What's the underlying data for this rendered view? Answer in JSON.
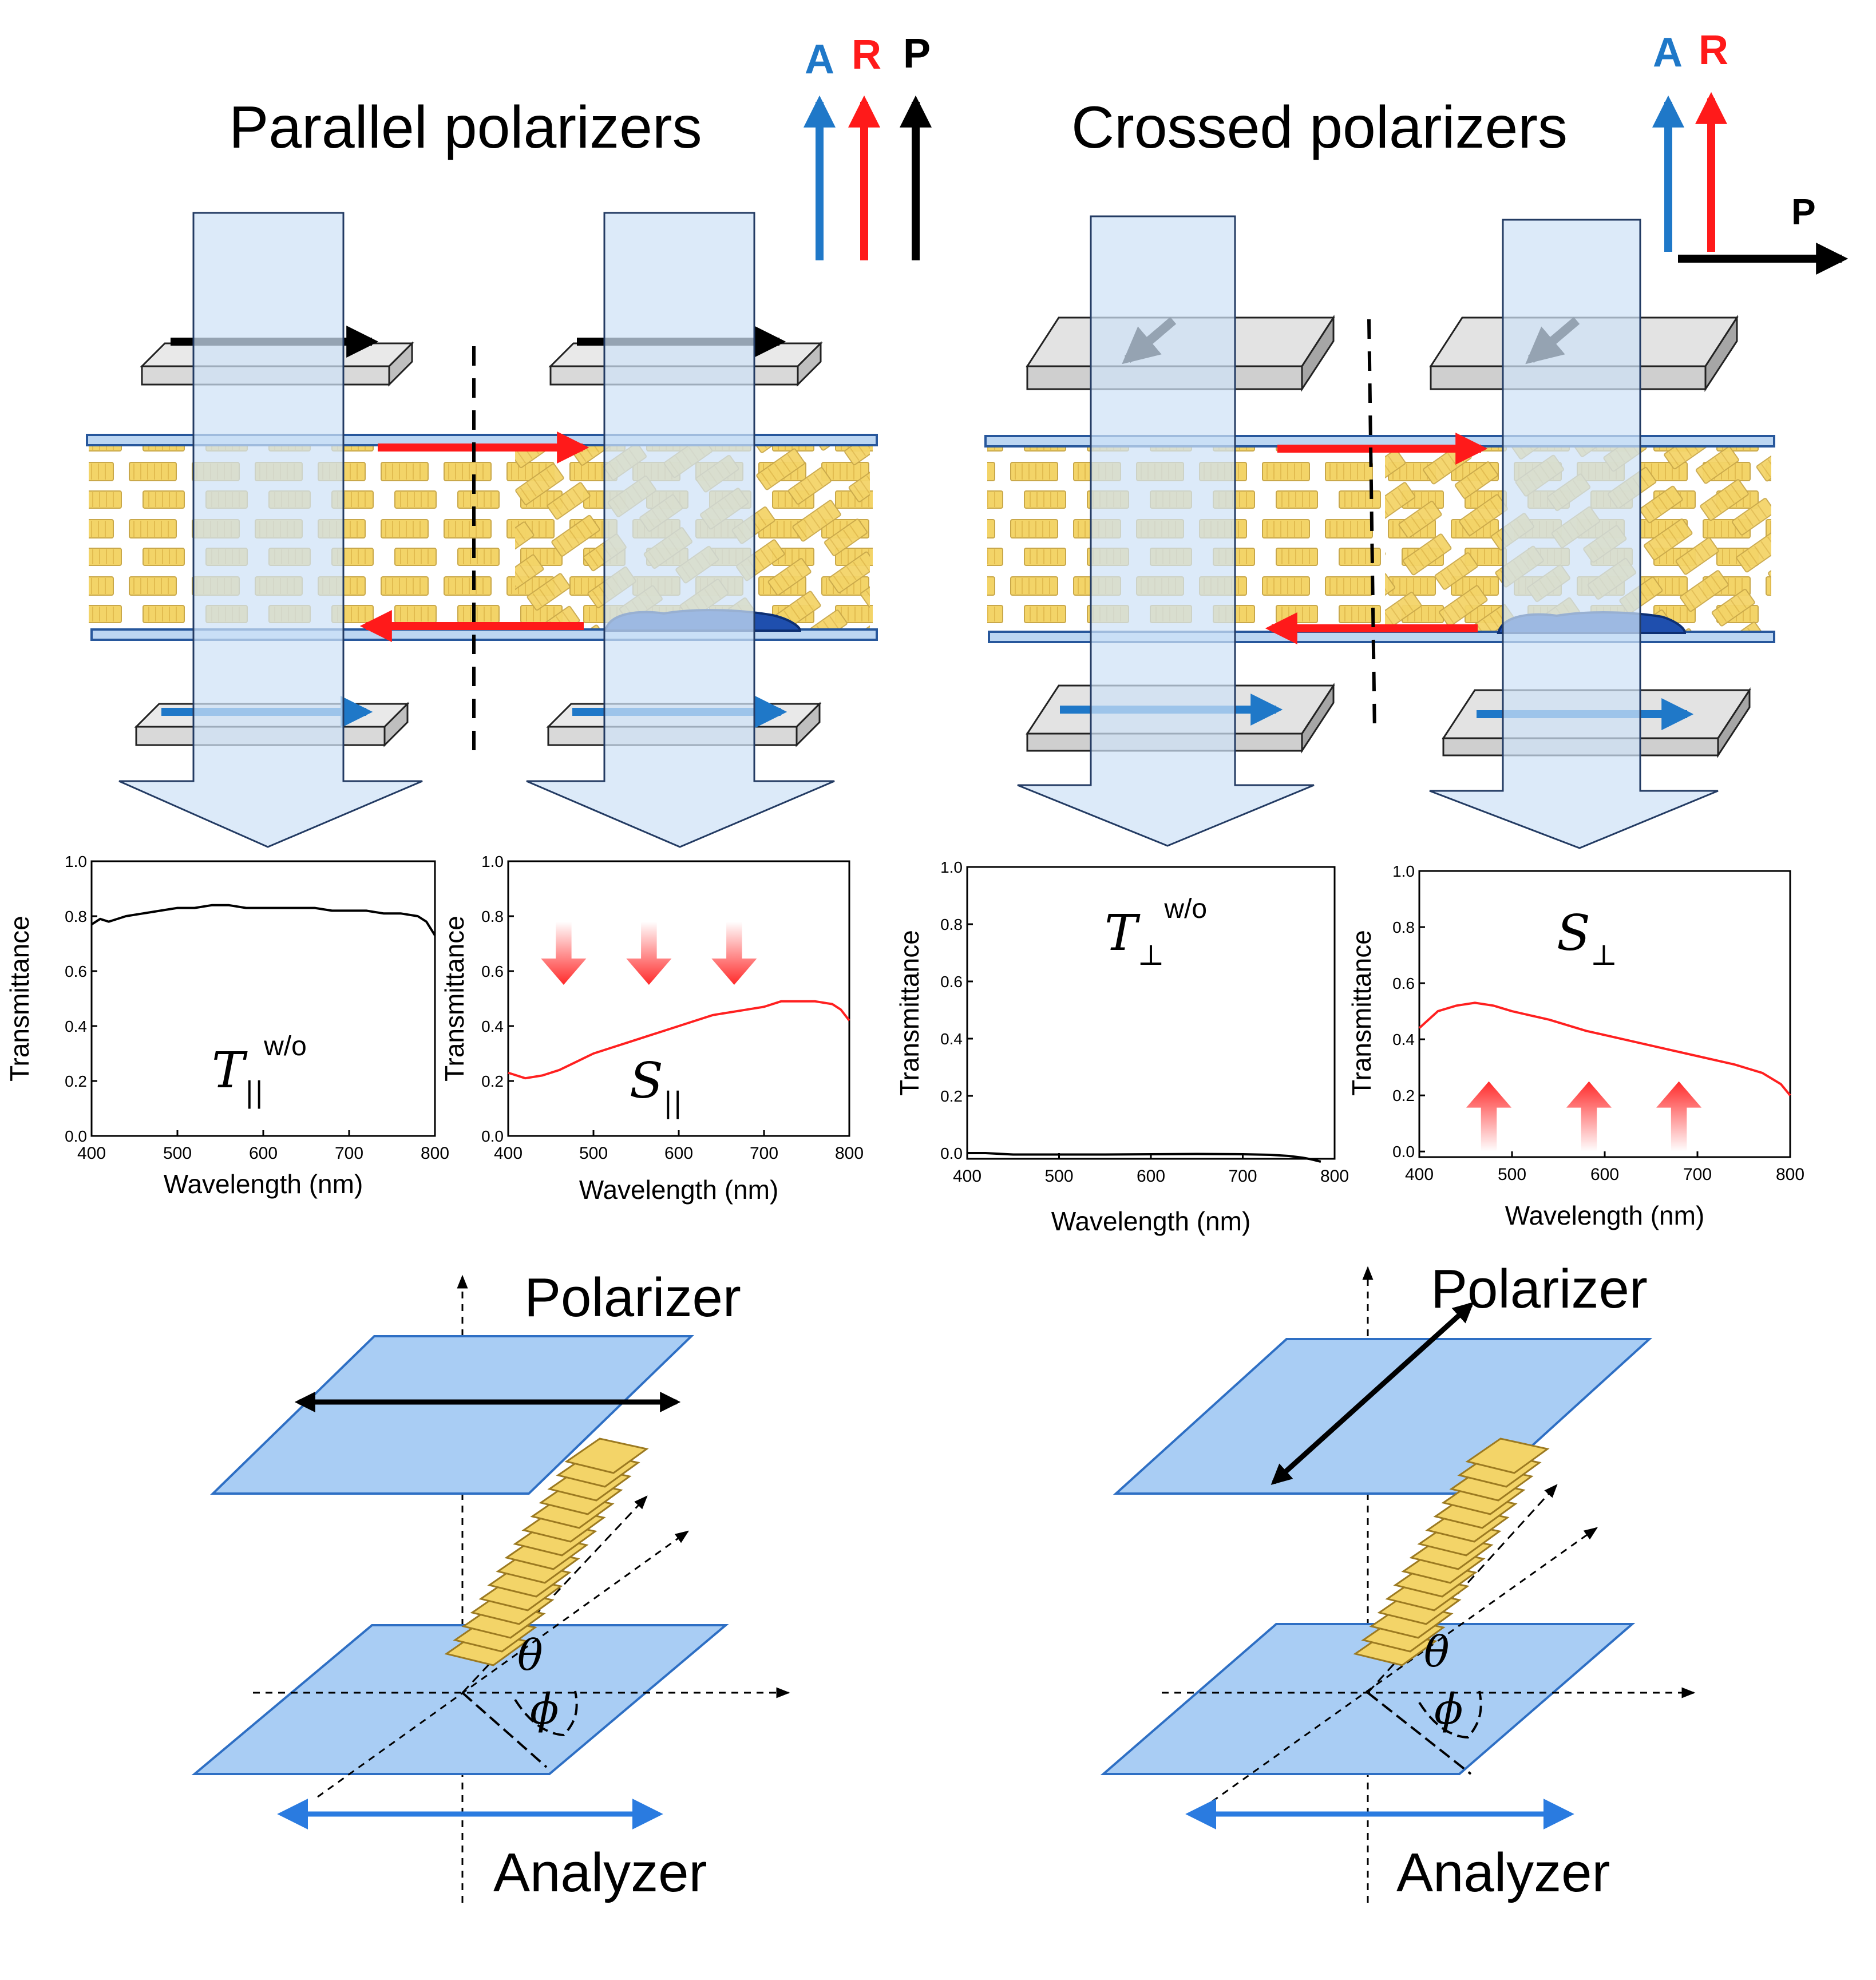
{
  "legend_left": {
    "a": "A",
    "r": "R",
    "p": "P"
  },
  "legend_right": {
    "a": "A",
    "r": "R",
    "p": "P"
  },
  "colors": {
    "a": "#1f78c8",
    "r": "#ff1a1a",
    "p": "#000000",
    "beam": "#cfe2f7",
    "panel": "#a9cdf4",
    "panel_edge": "#2e6fc4",
    "platelet": "#f3d468",
    "domain": "#1f4fae"
  },
  "headings": {
    "parallel": "Parallel polarizers",
    "crossed": "Crossed polarizers"
  },
  "geometry_labels": {
    "left": {
      "polarizer": "Polarizer",
      "analyzer": "Analyzer",
      "theta": "θ",
      "phi": "ϕ"
    },
    "right": {
      "polarizer": "Polarizer",
      "analyzer": "Analyzer",
      "theta": "θ",
      "phi": "ϕ"
    }
  },
  "chart_data": [
    {
      "type": "line",
      "label_main": "T",
      "label_sub": "||",
      "label_sup": "w/o",
      "xlabel": "Wavelength (nm)",
      "ylabel": "Transmittance",
      "xlim": [
        400,
        800
      ],
      "ylim": [
        0.0,
        1.0
      ],
      "xticks": [
        "400",
        "500",
        "600",
        "700",
        "800"
      ],
      "yticks": [
        "0.0",
        "0.2",
        "0.4",
        "0.6",
        "0.8",
        "1.0"
      ],
      "series": [
        {
          "color": "#000000",
          "x": [
            400,
            410,
            420,
            440,
            460,
            480,
            500,
            520,
            540,
            560,
            580,
            600,
            620,
            640,
            660,
            680,
            700,
            720,
            740,
            760,
            780,
            790,
            800
          ],
          "y": [
            0.77,
            0.79,
            0.78,
            0.8,
            0.81,
            0.82,
            0.83,
            0.83,
            0.84,
            0.84,
            0.83,
            0.83,
            0.83,
            0.83,
            0.83,
            0.82,
            0.82,
            0.82,
            0.81,
            0.81,
            0.8,
            0.78,
            0.73
          ]
        }
      ],
      "arrows": "none"
    },
    {
      "type": "line",
      "label_main": "S",
      "label_sub": "||",
      "label_sup": "",
      "xlabel": "Wavelength (nm)",
      "ylabel": "Transmittance",
      "xlim": [
        400,
        800
      ],
      "ylim": [
        0.0,
        1.0
      ],
      "xticks": [
        "400",
        "500",
        "600",
        "700",
        "800"
      ],
      "yticks": [
        "0.0",
        "0.2",
        "0.4",
        "0.6",
        "0.8",
        "1.0"
      ],
      "series": [
        {
          "color": "#ff2020",
          "x": [
            400,
            420,
            440,
            460,
            480,
            500,
            520,
            540,
            560,
            580,
            600,
            620,
            640,
            660,
            680,
            700,
            720,
            740,
            760,
            780,
            790,
            800
          ],
          "y": [
            0.23,
            0.21,
            0.22,
            0.24,
            0.27,
            0.3,
            0.32,
            0.34,
            0.36,
            0.38,
            0.4,
            0.42,
            0.44,
            0.45,
            0.46,
            0.47,
            0.49,
            0.49,
            0.49,
            0.48,
            0.46,
            0.42
          ]
        }
      ],
      "arrows": "down"
    },
    {
      "type": "line",
      "label_main": "T",
      "label_sub": "⊥",
      "label_sup": "w/o",
      "xlabel": "Wavelength (nm)",
      "ylabel": "Transmittance",
      "xlim": [
        400,
        800
      ],
      "ylim": [
        -0.02,
        1.0
      ],
      "xticks": [
        "400",
        "500",
        "600",
        "700",
        "800"
      ],
      "yticks": [
        "0.0",
        "0.2",
        "0.4",
        "0.6",
        "0.8",
        "1.0"
      ],
      "series": [
        {
          "color": "#000000",
          "x": [
            400,
            420,
            450,
            500,
            550,
            600,
            650,
            700,
            730,
            750,
            765,
            775,
            785
          ],
          "y": [
            0.0,
            0.0,
            -0.005,
            -0.005,
            -0.005,
            -0.004,
            -0.003,
            -0.004,
            -0.006,
            -0.01,
            -0.016,
            -0.022,
            -0.03
          ]
        }
      ],
      "arrows": "none"
    },
    {
      "type": "line",
      "label_main": "S",
      "label_sub": "⊥",
      "label_sup": "",
      "xlabel": "Wavelength (nm)",
      "ylabel": "Transmittance",
      "xlim": [
        400,
        800
      ],
      "ylim": [
        -0.02,
        1.0
      ],
      "xticks": [
        "400",
        "500",
        "600",
        "700",
        "800"
      ],
      "yticks": [
        "0.0",
        "0.2",
        "0.4",
        "0.6",
        "0.8",
        "1.0"
      ],
      "series": [
        {
          "color": "#ff2020",
          "x": [
            400,
            420,
            440,
            460,
            480,
            500,
            540,
            580,
            620,
            660,
            700,
            740,
            770,
            790,
            800
          ],
          "y": [
            0.44,
            0.5,
            0.52,
            0.53,
            0.52,
            0.5,
            0.47,
            0.43,
            0.4,
            0.37,
            0.34,
            0.31,
            0.28,
            0.24,
            0.2
          ]
        }
      ],
      "arrows": "up"
    }
  ]
}
